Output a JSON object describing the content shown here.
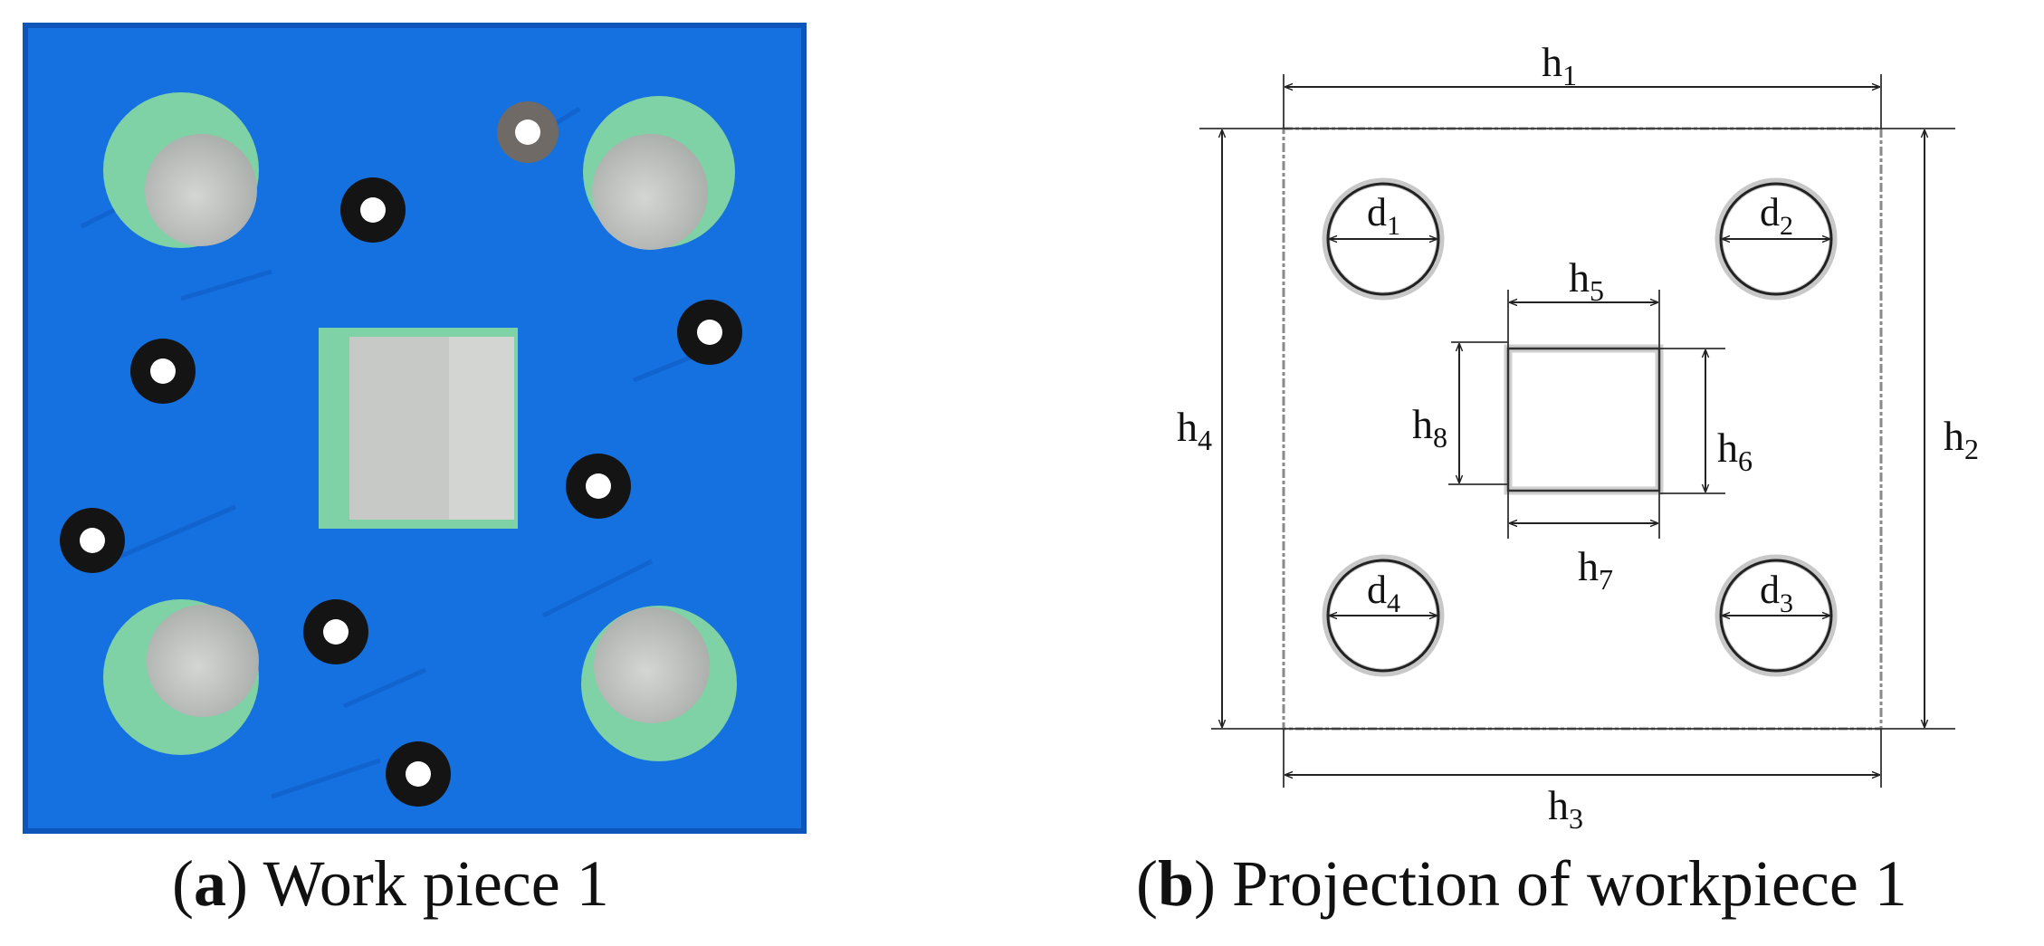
{
  "panel_a": {
    "caption_letter": "a",
    "caption_text": "Work piece 1",
    "colors": {
      "plate": "#1570e0",
      "hole_wall": "#7fd1a6",
      "hole_floor": "#c9ccc9",
      "marker": "#141414"
    }
  },
  "panel_b": {
    "caption_letter": "b",
    "caption_text": "Projection of workpiece 1",
    "labels": {
      "h1": {
        "base": "h",
        "sub": "1"
      },
      "h2": {
        "base": "h",
        "sub": "2"
      },
      "h3": {
        "base": "h",
        "sub": "3"
      },
      "h4": {
        "base": "h",
        "sub": "4"
      },
      "h5": {
        "base": "h",
        "sub": "5"
      },
      "h6": {
        "base": "h",
        "sub": "6"
      },
      "h7": {
        "base": "h",
        "sub": "7"
      },
      "h8": {
        "base": "h",
        "sub": "8"
      },
      "d1": {
        "base": "d",
        "sub": "1"
      },
      "d2": {
        "base": "d",
        "sub": "2"
      },
      "d3": {
        "base": "d",
        "sub": "3"
      },
      "d4": {
        "base": "d",
        "sub": "4"
      }
    }
  }
}
